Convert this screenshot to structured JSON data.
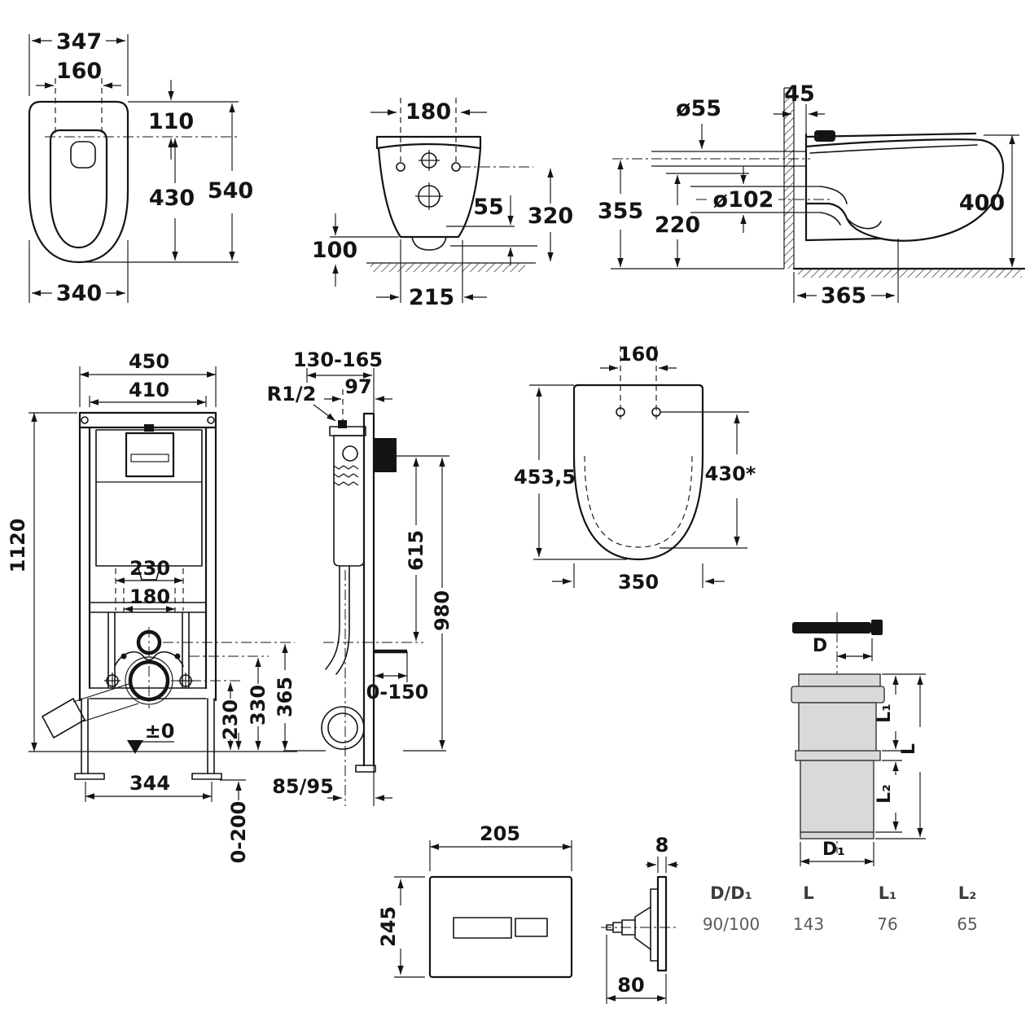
{
  "toilet_plan": {
    "total_width": "347",
    "hinge_spacing": "160",
    "hinge_offset": "110",
    "bowl_depth": "430",
    "total_depth": "540",
    "bowl_width": "340"
  },
  "toilet_rear": {
    "fixing_spacing": "180",
    "outlet_drop": "55",
    "hinge_height": "320",
    "clearance": "100",
    "outlet_width": "215"
  },
  "toilet_side": {
    "fixing_depth": "45",
    "inlet_dia": "ø55",
    "outlet_dia": "ø102",
    "inlet_height": "355",
    "outlet_height": "220",
    "total_height": "400",
    "depth": "365"
  },
  "frame_front": {
    "frame_width": "450",
    "inner_width": "410",
    "frame_height": "1120",
    "bracket_spacing": "230",
    "fixing_spacing": "180",
    "drain_height": "230",
    "pipe_height": "330",
    "axis_height": "365",
    "floor_level": "±0",
    "feet_spacing": "344",
    "leg_adjust": "0-200"
  },
  "frame_side": {
    "depth_range": "130-165",
    "water_conn": "R1/2",
    "conn_depth": "97",
    "flush_height": "615",
    "panel_height": "980",
    "outlet_adjust": "0-150",
    "drain_offset": "85/95"
  },
  "seat": {
    "hinge_spacing": "160",
    "total_length": "453,5",
    "inner_length": "430*",
    "width": "350"
  },
  "pipe": {
    "d": "D",
    "d1": "D₁",
    "l": "L",
    "l1": "L₁",
    "l2": "L₂"
  },
  "pipe_table": {
    "headers": [
      "D/D₁",
      "L",
      "L₁",
      "L₂"
    ],
    "values": [
      "90/100",
      "143",
      "76",
      "65"
    ]
  },
  "flush_plate": {
    "width": "205",
    "height": "245",
    "thickness": "8",
    "depth": "80"
  }
}
